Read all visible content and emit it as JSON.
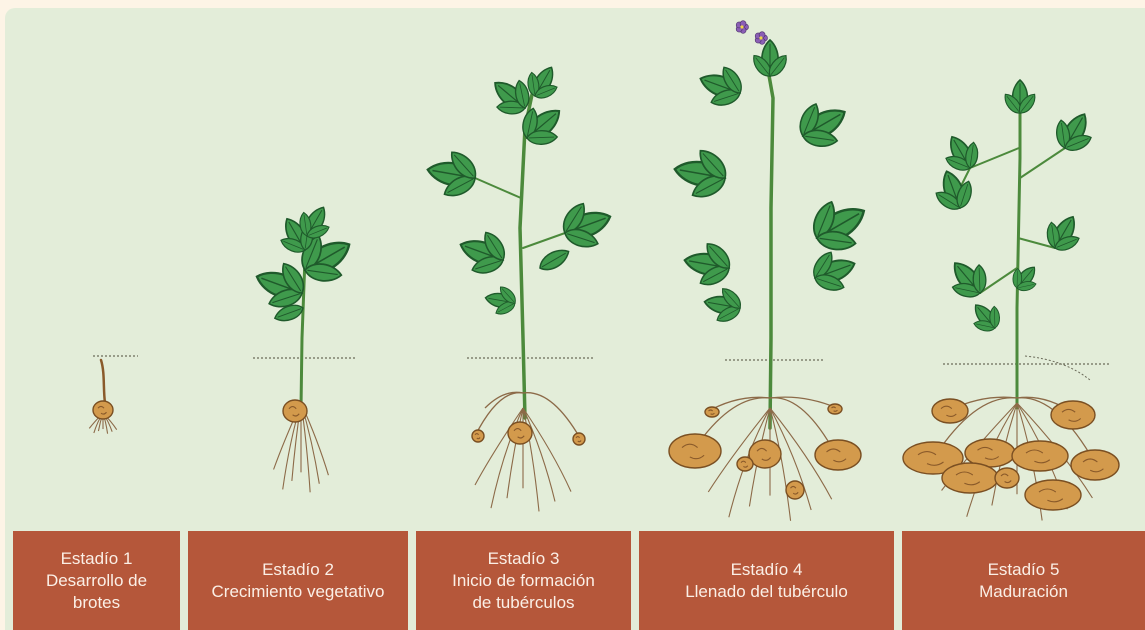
{
  "stages": [
    {
      "title": "Estadío 1",
      "lines": [
        "Desarrollo de",
        "brotes"
      ]
    },
    {
      "title": "Estadío 2",
      "lines": [
        "Crecimiento vegetativo"
      ]
    },
    {
      "title": "Estadío 3",
      "lines": [
        "Inicio de formación",
        "de tubérculos"
      ]
    },
    {
      "title": "Estadío 4",
      "lines": [
        "Llenado del tubérculo"
      ]
    },
    {
      "title": "Estadío 5",
      "lines": [
        "Maduración"
      ]
    }
  ],
  "colors": {
    "page_background": "#fdf4e6",
    "panel_background": "#e3edd9",
    "label_background": "#b5573a",
    "label_text": "#fbefe6",
    "leaf": "#3f9a4c",
    "leaf_dark": "#1f5a2b",
    "stem": "#4c8a3c",
    "tuber": "#d39a4c",
    "root": "#8c6a48",
    "flower": "#8b5fb5"
  },
  "icons": [
    "potato-plant-icon",
    "tuber-icon",
    "flower-icon",
    "soil-line-icon"
  ]
}
